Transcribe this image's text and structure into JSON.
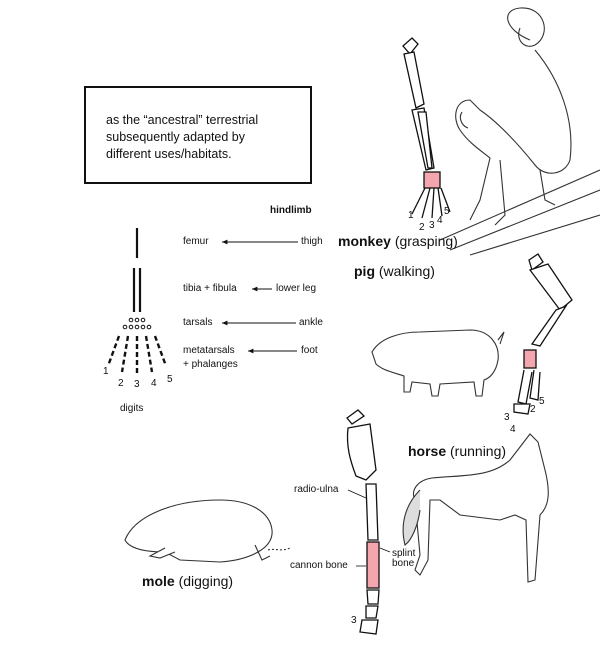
{
  "note": {
    "lines": [
      "as the “ancestral” terrestrial",
      "subsequently adapted by",
      "different uses/habitats."
    ]
  },
  "schematic": {
    "title": "hindlimb",
    "rows": [
      {
        "bone": "femur",
        "common": "thigh"
      },
      {
        "bone": "tibia + fibula",
        "common": "lower leg"
      },
      {
        "bone": "tarsals",
        "common": "ankle"
      },
      {
        "bone": "metatarsals",
        "bone2": "+ phalanges",
        "common": "foot"
      }
    ],
    "digit_numbers": [
      "1",
      "2",
      "3",
      "4",
      "5"
    ],
    "digits_label": "digits"
  },
  "animals": {
    "monkey": {
      "name": "monkey",
      "use": "(grasping)",
      "digits": [
        "1",
        "2",
        "3",
        "4",
        "5"
      ]
    },
    "pig": {
      "name": "pig",
      "use": "(walking)",
      "digits": [
        "2",
        "3",
        "4",
        "5"
      ]
    },
    "horse": {
      "name": "horse",
      "use": "(running)",
      "labels": [
        "radio-ulna",
        "cannon bone",
        "splint",
        "bone"
      ],
      "digit": "3"
    },
    "mole": {
      "name": "mole",
      "use": "(digging)"
    }
  },
  "colors": {
    "highlight": "#f4a6ae",
    "ink": "#111111"
  }
}
